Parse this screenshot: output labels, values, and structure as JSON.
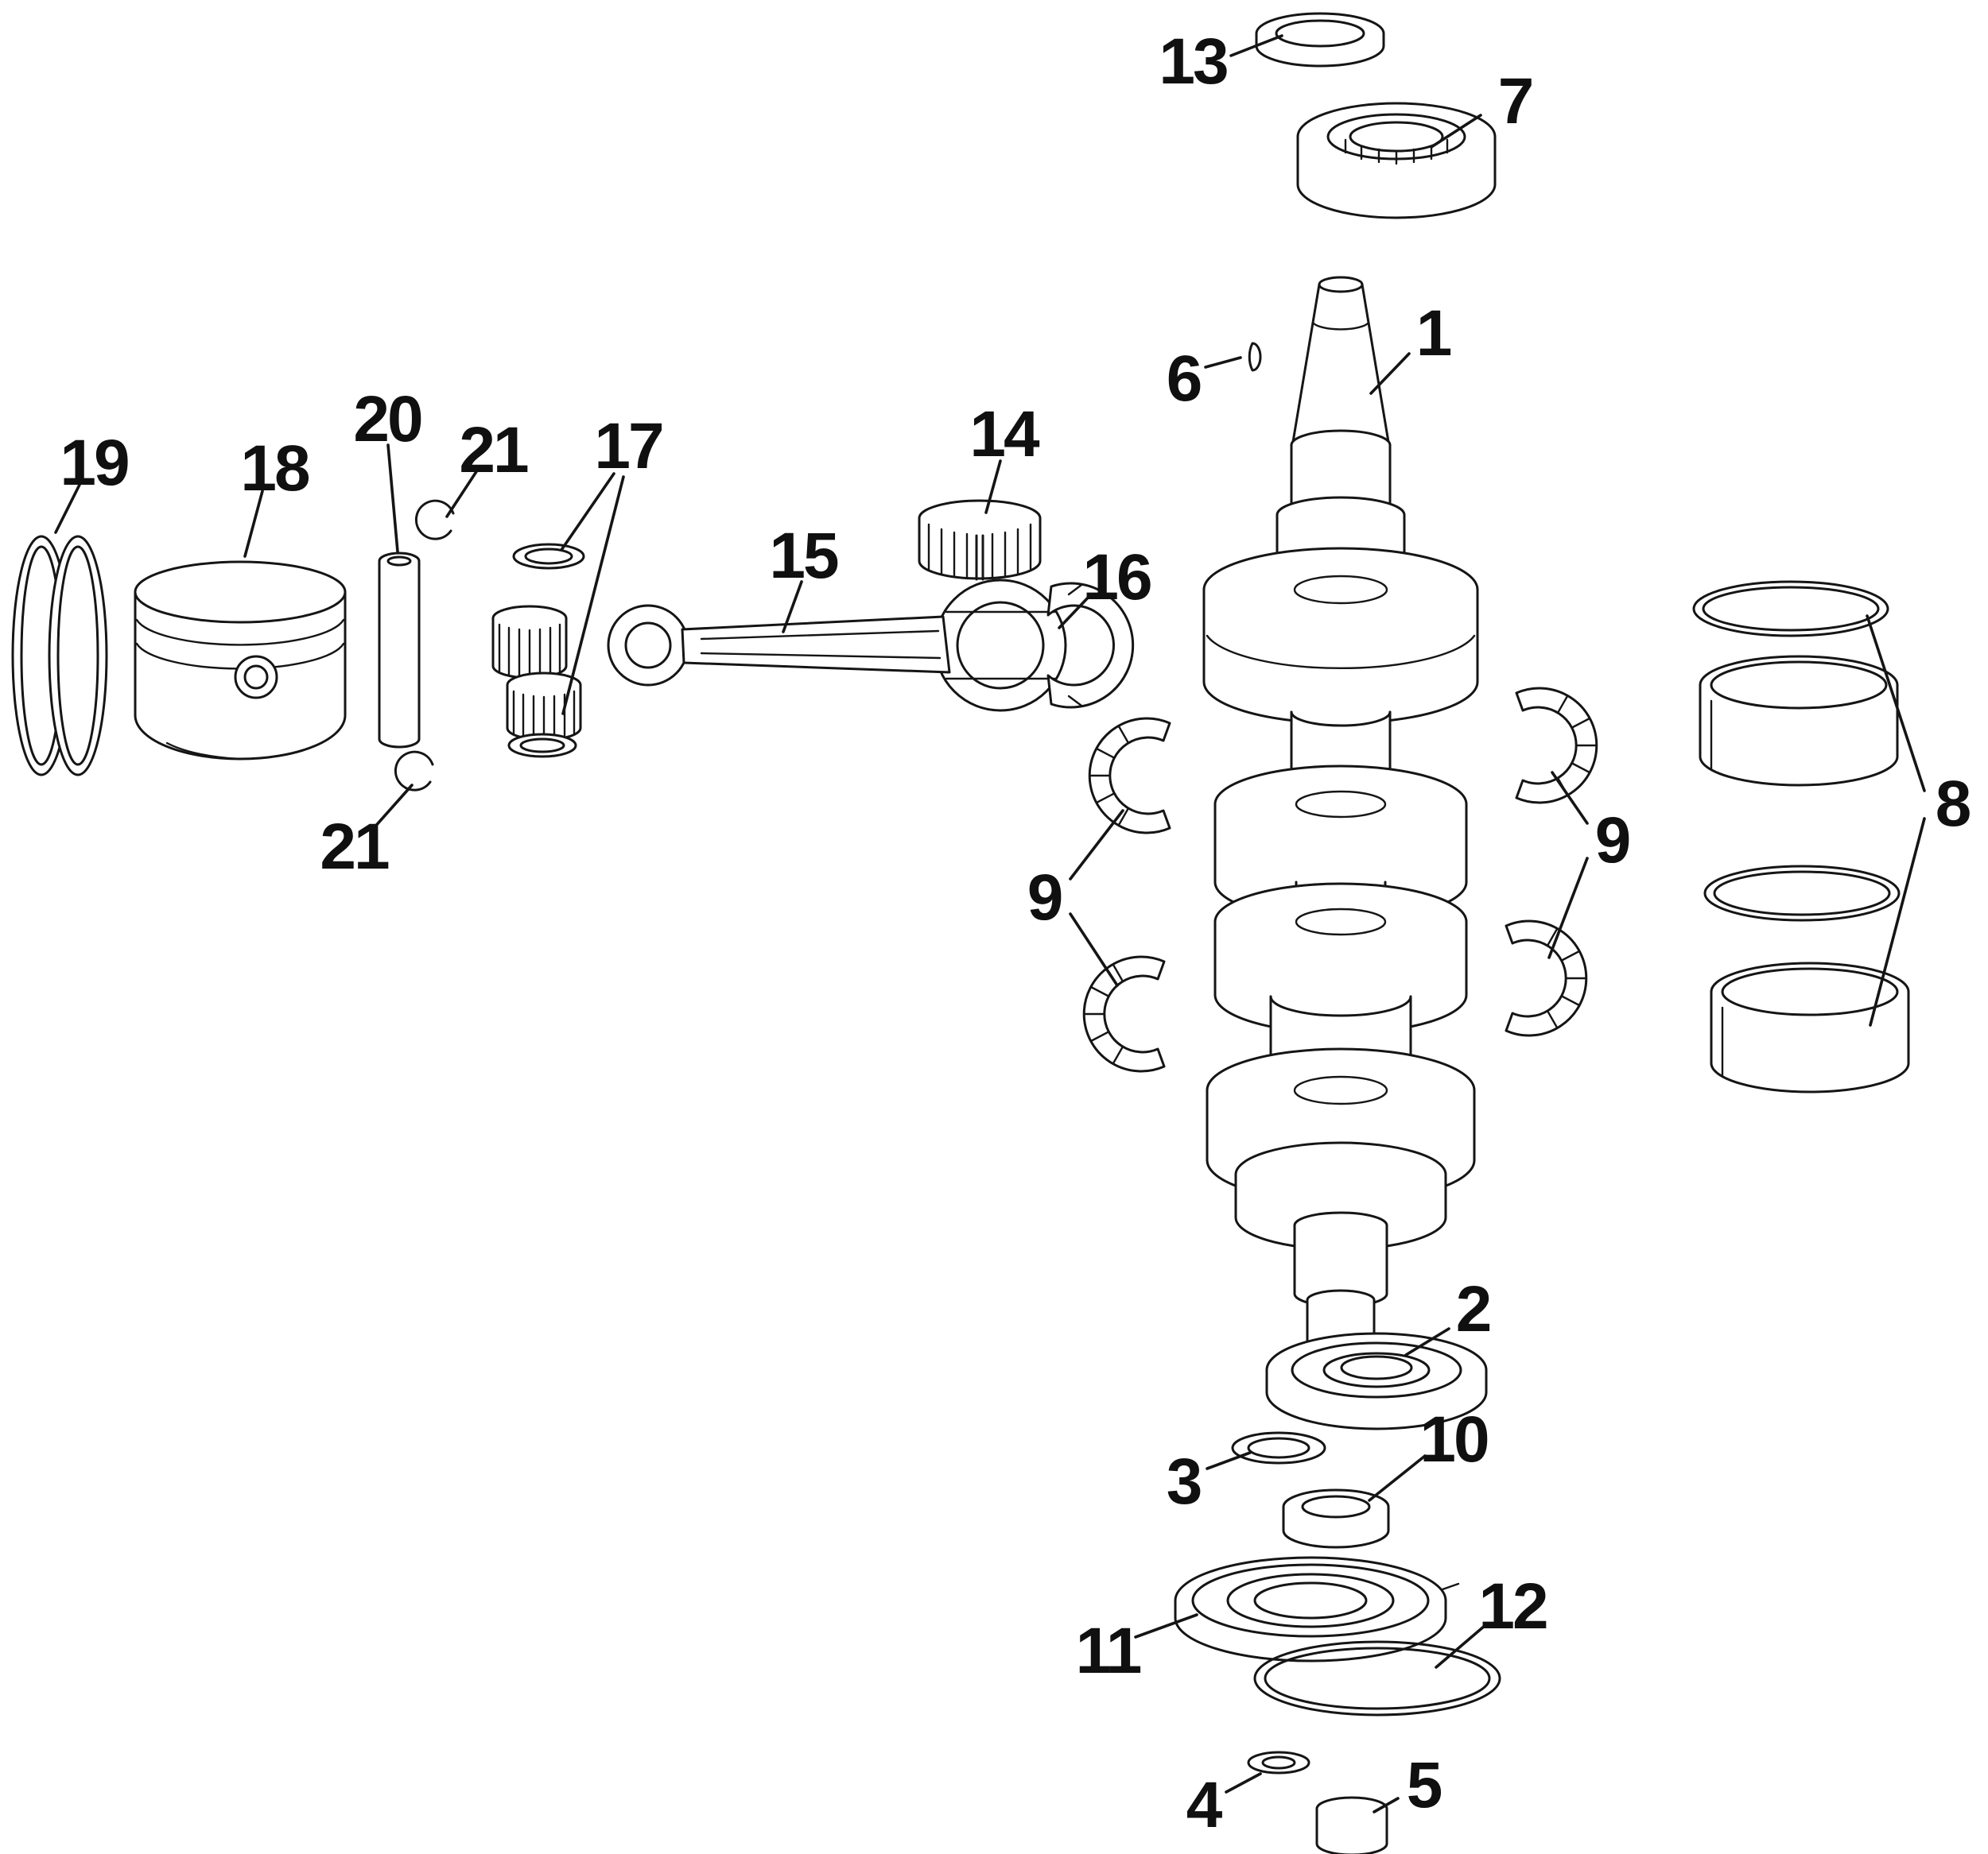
{
  "diagram": {
    "background_color": "#ffffff",
    "line_color": "#151515",
    "callouts": [
      {
        "label": "13"
      },
      {
        "label": "7"
      },
      {
        "label": "1"
      },
      {
        "label": "6"
      },
      {
        "label": "14"
      },
      {
        "label": "15"
      },
      {
        "label": "16"
      },
      {
        "label": "17"
      },
      {
        "label": "21"
      },
      {
        "label": "20"
      },
      {
        "label": "18"
      },
      {
        "label": "19"
      },
      {
        "label": "21"
      },
      {
        "label": "9"
      },
      {
        "label": "9"
      },
      {
        "label": "8"
      },
      {
        "label": "2"
      },
      {
        "label": "3"
      },
      {
        "label": "10"
      },
      {
        "label": "11"
      },
      {
        "label": "12"
      },
      {
        "label": "4"
      },
      {
        "label": "5"
      }
    ]
  }
}
